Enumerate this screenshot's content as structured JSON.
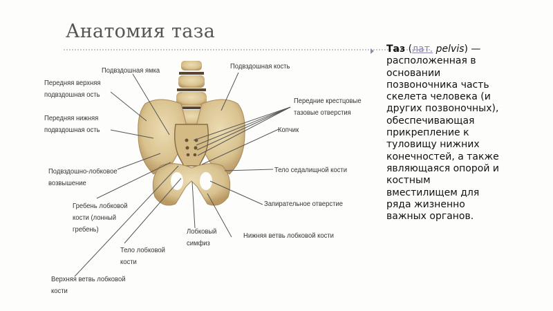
{
  "slide": {
    "title": "Анатомия таза",
    "accent_colors": {
      "bone": "#d9c28f",
      "bone_shadow": "#a8895a",
      "lines": "#555555",
      "title_text": "#555555"
    }
  },
  "diagram": {
    "image": "pelvis-bone-illustration",
    "labels": {
      "iliac_fossa": "Подвздошная ямка",
      "iliac_bone": "Подвздошная кость",
      "asis_1": "Передняя верхняя",
      "asis_2": "подвздошная ость",
      "aiis_1": "Передняя нижняя",
      "aiis_2": "подвздошная ость",
      "sacral_foramina_1": "Передние крестцовые",
      "sacral_foramina_2": "тазовые отверстия",
      "coccyx": "Копчик",
      "iliopubic_1": "Подвздошно-лобковое",
      "iliopubic_2": "возвышение",
      "ischium_body": "Тело седалищной кости",
      "pecten_1": "Гребень лобковой",
      "pecten_2": "кости (лонный",
      "pecten_3": "гребень)",
      "obturator": "Запирательное отверстие",
      "symphysis_1": "Лобковый",
      "symphysis_2": "симфиз",
      "inferior_ramus": "Нижняя ветвь лобковой кости",
      "pubic_body_1": "Тело лобковой",
      "pubic_body_2": "кости",
      "superior_ramus_1": "Верхняя ветвь лобковой",
      "superior_ramus_2": "кости"
    }
  },
  "description": {
    "bullet_icon": "triangle-bullet-icon",
    "term": "Таз",
    "paren_open": " (",
    "lat_link": "лат.",
    "latin": " pelvis",
    "paren_close": ") —",
    "body": "расположенная в основании позвоночника часть скелета человека (и других позвоночных), обеспечивающая прикрепление к туловищу нижних конечностей, а также являющаяся опорой и костным вместилищем для ряда жизненно важных органов."
  }
}
